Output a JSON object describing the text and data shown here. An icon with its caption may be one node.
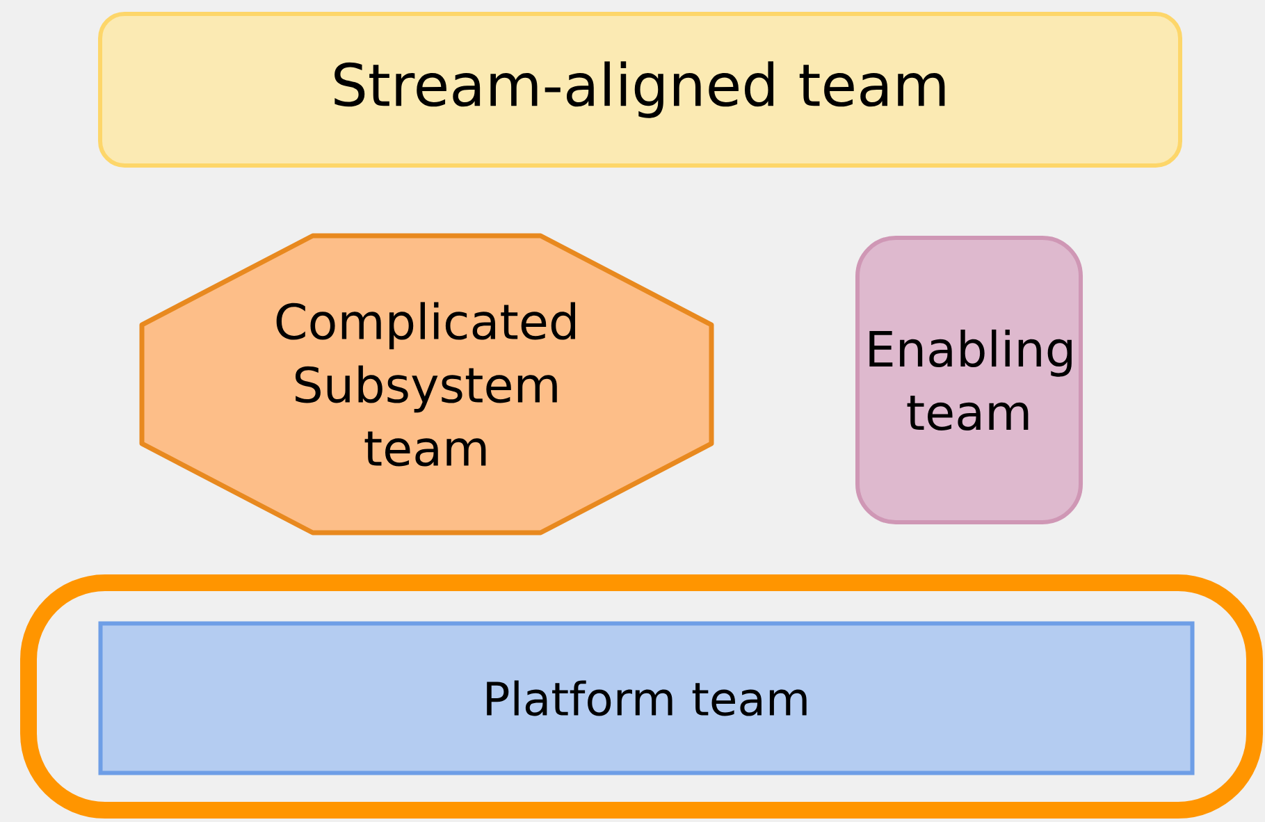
{
  "diagram": {
    "nodes": [
      {
        "text": [
          "Stream-aligned team"
        ]
      },
      {
        "text": [
          "Complicated Subsystem team"
        ]
      },
      {
        "text": [
          "Enabling team"
        ]
      },
      {
        "text": [],
        "shape": "box"
      },
      {
        "text": [
          "Platform team"
        ],
        "in": 3
      }
    ]
  }
}
